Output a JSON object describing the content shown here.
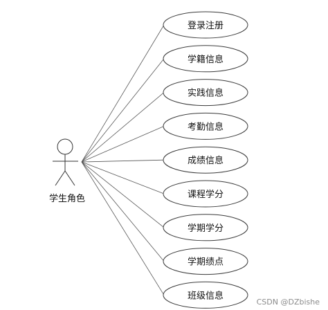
{
  "actor": {
    "label": "学生角色"
  },
  "use_cases": [
    {
      "label": "登录注册"
    },
    {
      "label": "学籍信息"
    },
    {
      "label": "实践信息"
    },
    {
      "label": "考勤信息"
    },
    {
      "label": "成绩信息"
    },
    {
      "label": "课程学分"
    },
    {
      "label": "学期学分"
    },
    {
      "label": "学期绩点"
    },
    {
      "label": "班级信息"
    }
  ],
  "watermark": "CSDN @DZbishe"
}
